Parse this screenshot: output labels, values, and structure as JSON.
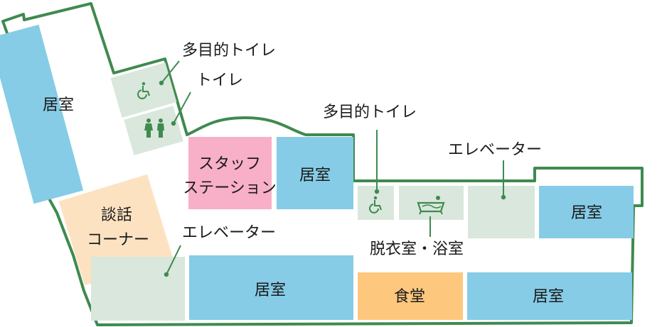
{
  "colors": {
    "outline": "#3f8a4f",
    "resident_room": "#86cce6",
    "staff_station": "#f8afc8",
    "lounge": "#fde2c2",
    "dining": "#fdc87e",
    "utility": "#d9e7dc",
    "icon": "#3f8a4f",
    "background": "#ffffff"
  },
  "rooms": {
    "room_left": "居室",
    "lounge_line1": "談話",
    "lounge_line2": "コーナー",
    "staff_line1": "スタッフ",
    "staff_line2": "ステーション",
    "room_center_top": "居室",
    "room_center_bottom": "居室",
    "dining": "食堂",
    "room_bottom_right": "居室",
    "room_right": "居室"
  },
  "callouts": {
    "toilet_multi_left": "多目的トイレ",
    "toilet_left": "トイレ",
    "toilet_multi_right": "多目的トイレ",
    "elevator_right": "エレベーター",
    "elevator_left": "エレベーター",
    "bath": "脱衣室・浴室"
  },
  "icons": {
    "wheelchair_left": "wheelchair-icon",
    "restroom": "restroom-icon",
    "wheelchair_right": "wheelchair-icon",
    "bathtub": "bathtub-icon"
  }
}
